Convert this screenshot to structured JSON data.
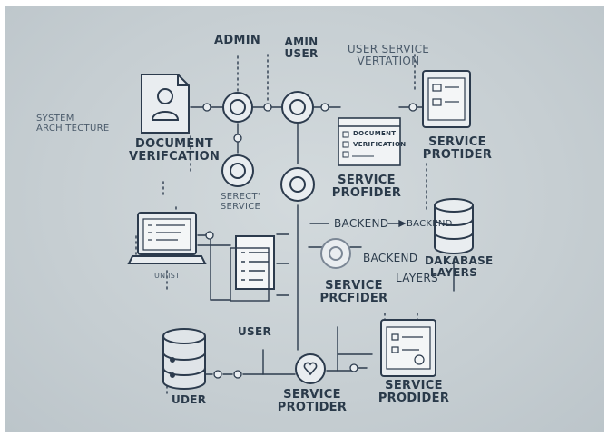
{
  "labels": {
    "system_architecture": "SYSTEM ARCHITECTURE",
    "admin": "ADMIN",
    "amin_user": "AMIN USER",
    "user_service_vertation": "USER SERVICE VERTATION",
    "document_verification": "DOCUMENT VERIFCATION",
    "select_service": "SERECT' SERVICE",
    "service_profider_top": "SERVICE PROFIDER",
    "service_protider_right": "SERVICE PROTIDER",
    "backend_a": "BACKEND",
    "backend_b": "BACKEND",
    "backend_c": "BACKEND",
    "layers": "LAYERS",
    "dakabase_layers": "DAKABASE LAYERS",
    "service_prcfider": "SERVICE PRCFIDER",
    "user_mid": "USER",
    "under_laptop": "UNIIST",
    "uder": "UDER",
    "service_protider_bottom": "SERVICE PROTIDER",
    "service_prodider_bottom_right": "SERVICE PRODIDER"
  },
  "card": {
    "line1": "DOCUMENT",
    "line2": "VERIFICATION"
  },
  "colors": {
    "line": "#2c3b4d",
    "node_fill": "#e9edf0",
    "accent": "#7b8795"
  }
}
